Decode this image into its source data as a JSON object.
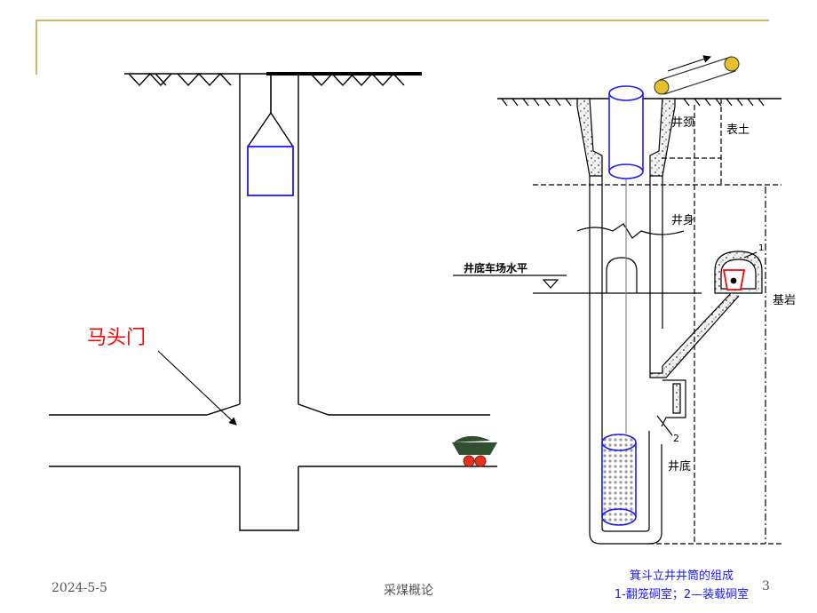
{
  "left_diagram": {
    "label_mtm": "马头门"
  },
  "right_diagram": {
    "label_jingjing": "井颈",
    "label_jingshen": "井身",
    "label_jingdi": "井底",
    "label_biaotu": "表土",
    "label_jiyan": "基岩",
    "label_level": "井底车场水平",
    "marker_1": "1",
    "marker_2": "2"
  },
  "caption": {
    "line1": "箕斗立井井筒的组成",
    "line2": "1-翻笼硐室；2—装载硐室"
  },
  "footer": {
    "date": "2024-5-5",
    "title": "采煤概论",
    "page": "3"
  },
  "colors": {
    "frame": "#d4b36a",
    "accent_red": "#ff0000",
    "caption_blue": "#1a1aff",
    "skip_blue": "#1a1aff",
    "cart_green": "#2f4f2f",
    "wheel_red": "#e8321e",
    "pipe_yellow": "#e6c02a"
  }
}
